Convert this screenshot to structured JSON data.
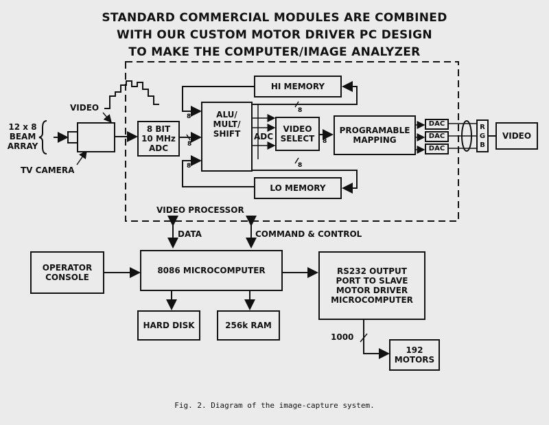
{
  "title": {
    "line1": "STANDARD COMMERCIAL MODULES ARE COMBINED",
    "line2": "WITH OUR CUSTOM MOTOR DRIVER PC DESIGN",
    "line3": "TO MAKE THE COMPUTER/IMAGE ANALYZER"
  },
  "labels": {
    "beam_array": "12 x 8\nBEAM\nARRAY",
    "video_in": "VIDEO",
    "tv_camera": "TV CAMERA",
    "adc": "8 BIT\n10 MHz\nADC",
    "alu": "ALU/\nMULT/\nSHIFT",
    "adc_small": "ADC",
    "video_select": "VIDEO\nSELECT",
    "mapping": "PROGRAMABLE\nMAPPING",
    "hi_memory": "HI MEMORY",
    "lo_memory": "LO MEMORY",
    "dac": "DAC",
    "rgb": "R\nG\nB",
    "video_out": "VIDEO",
    "video_processor": "VIDEO PROCESSOR",
    "data": "DATA",
    "command_control": "COMMAND & CONTROL",
    "operator_console": "OPERATOR\nCONSOLE",
    "microcomputer": "8086 MICROCOMPUTER",
    "rs232": "RS232 OUTPUT\nPORT TO SLAVE\nMOTOR DRIVER\nMICROCOMPUTER",
    "hard_disk": "HARD DISK",
    "ram": "256k RAM",
    "bus_1000": "1000",
    "motors": "192\nMOTORS",
    "bus_8": "8"
  },
  "caption": "Fig. 2. Diagram of the image-capture system."
}
